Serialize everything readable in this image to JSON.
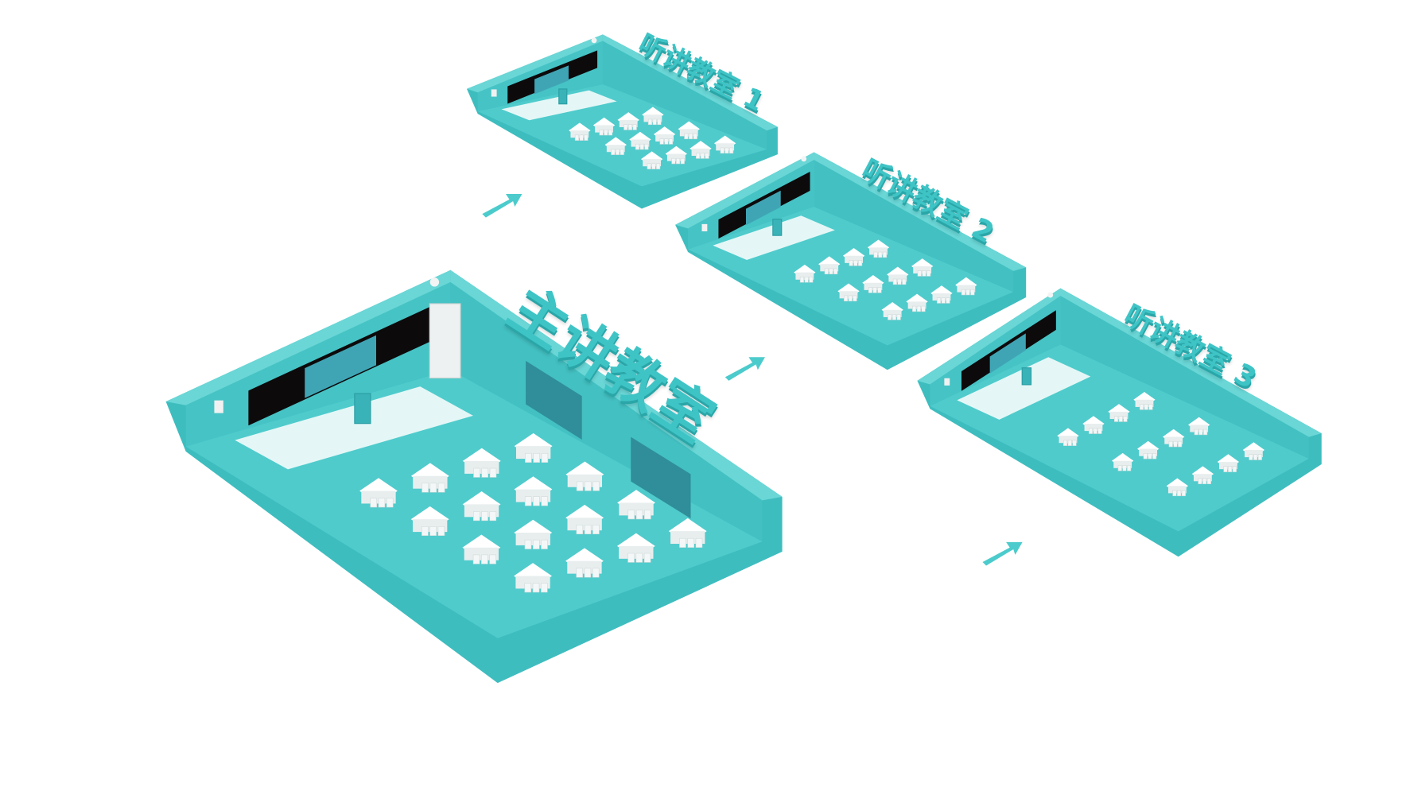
{
  "labels": {
    "main_classroom": "主讲教室",
    "listening_classroom_1": "听讲教室 1",
    "listening_classroom_2": "听讲教室 2",
    "listening_classroom_3": "听讲教室 3"
  },
  "colors": {
    "floor": "#4fcbcc",
    "wall": "#3ebdbf",
    "wall_top": "#6ad6d6",
    "label": "#3fc4c6",
    "screen": "#0d0a0b",
    "display": "#3fa5b5"
  }
}
